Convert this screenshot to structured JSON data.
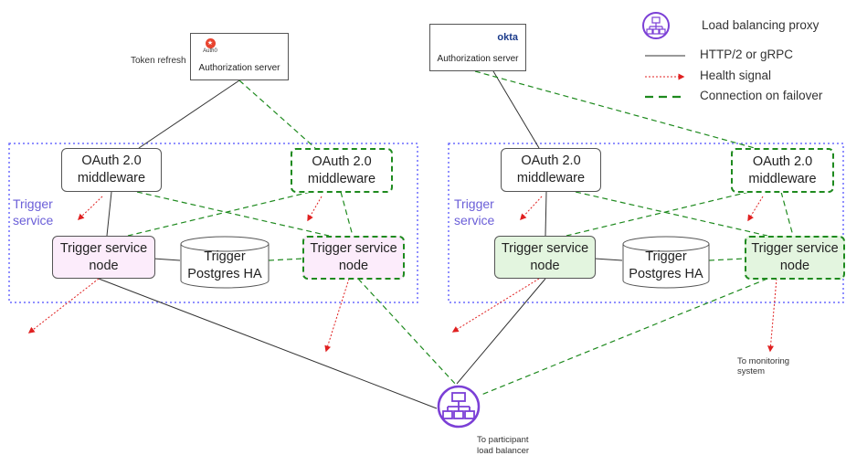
{
  "legend": {
    "proxy": "Load balancing proxy",
    "http": "HTTP/2 or gRPC",
    "health": "Health signal",
    "failover": "Connection on failover"
  },
  "left": {
    "token_refresh": "Token refresh",
    "auth_logo": "Auth0",
    "auth_label": "Authorization server",
    "service_label": "Trigger\nservice",
    "oauth_primary": "OAuth 2.0\nmiddleware",
    "oauth_failover": "OAuth 2.0\nmiddleware",
    "node_primary": "Trigger service\nnode",
    "node_failover": "Trigger service\nnode",
    "postgres": "Trigger\nPostgres HA"
  },
  "right": {
    "auth_logo": "okta",
    "auth_label": "Authorization server",
    "service_label": "Trigger\nservice",
    "oauth_primary": "OAuth 2.0\nmiddleware",
    "oauth_failover": "OAuth 2.0\nmiddleware",
    "node_primary": "Trigger service\nnode",
    "node_failover": "Trigger service\nnode",
    "postgres": "Trigger\nPostgres HA"
  },
  "to_monitoring": "To monitoring\nsystem",
  "to_participant": "To participant\nload balancer",
  "colors": {
    "solid_line": "#333333",
    "health": "#e02020",
    "failover": "#1e8a1e",
    "proxy": "#7b3fd6",
    "service_border": "#6b6bff",
    "node_pink": "#fcecfb",
    "node_green": "#e3f5df"
  }
}
